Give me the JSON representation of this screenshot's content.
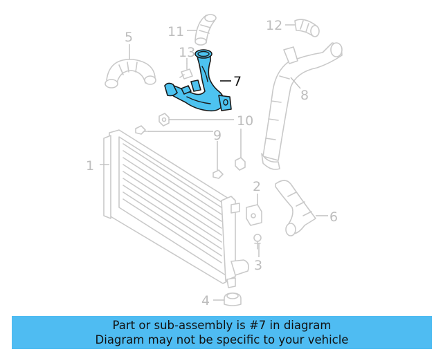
{
  "callouts": {
    "c1": "1",
    "c2": "2",
    "c3": "3",
    "c4": "4",
    "c5": "5",
    "c6": "6",
    "c7": "7",
    "c8": "8",
    "c9": "9",
    "c10": "10",
    "c11": "11",
    "c12": "12",
    "c13": "13"
  },
  "highlighted_part": "7",
  "colors": {
    "highlight": "#4dc3f0",
    "banner": "#4fbcf2",
    "inactive_line": "#c9c9c9"
  },
  "banner": {
    "line1": "Part or sub-assembly is #7 in diagram",
    "line2": "Diagram may not be specific to your vehicle"
  }
}
